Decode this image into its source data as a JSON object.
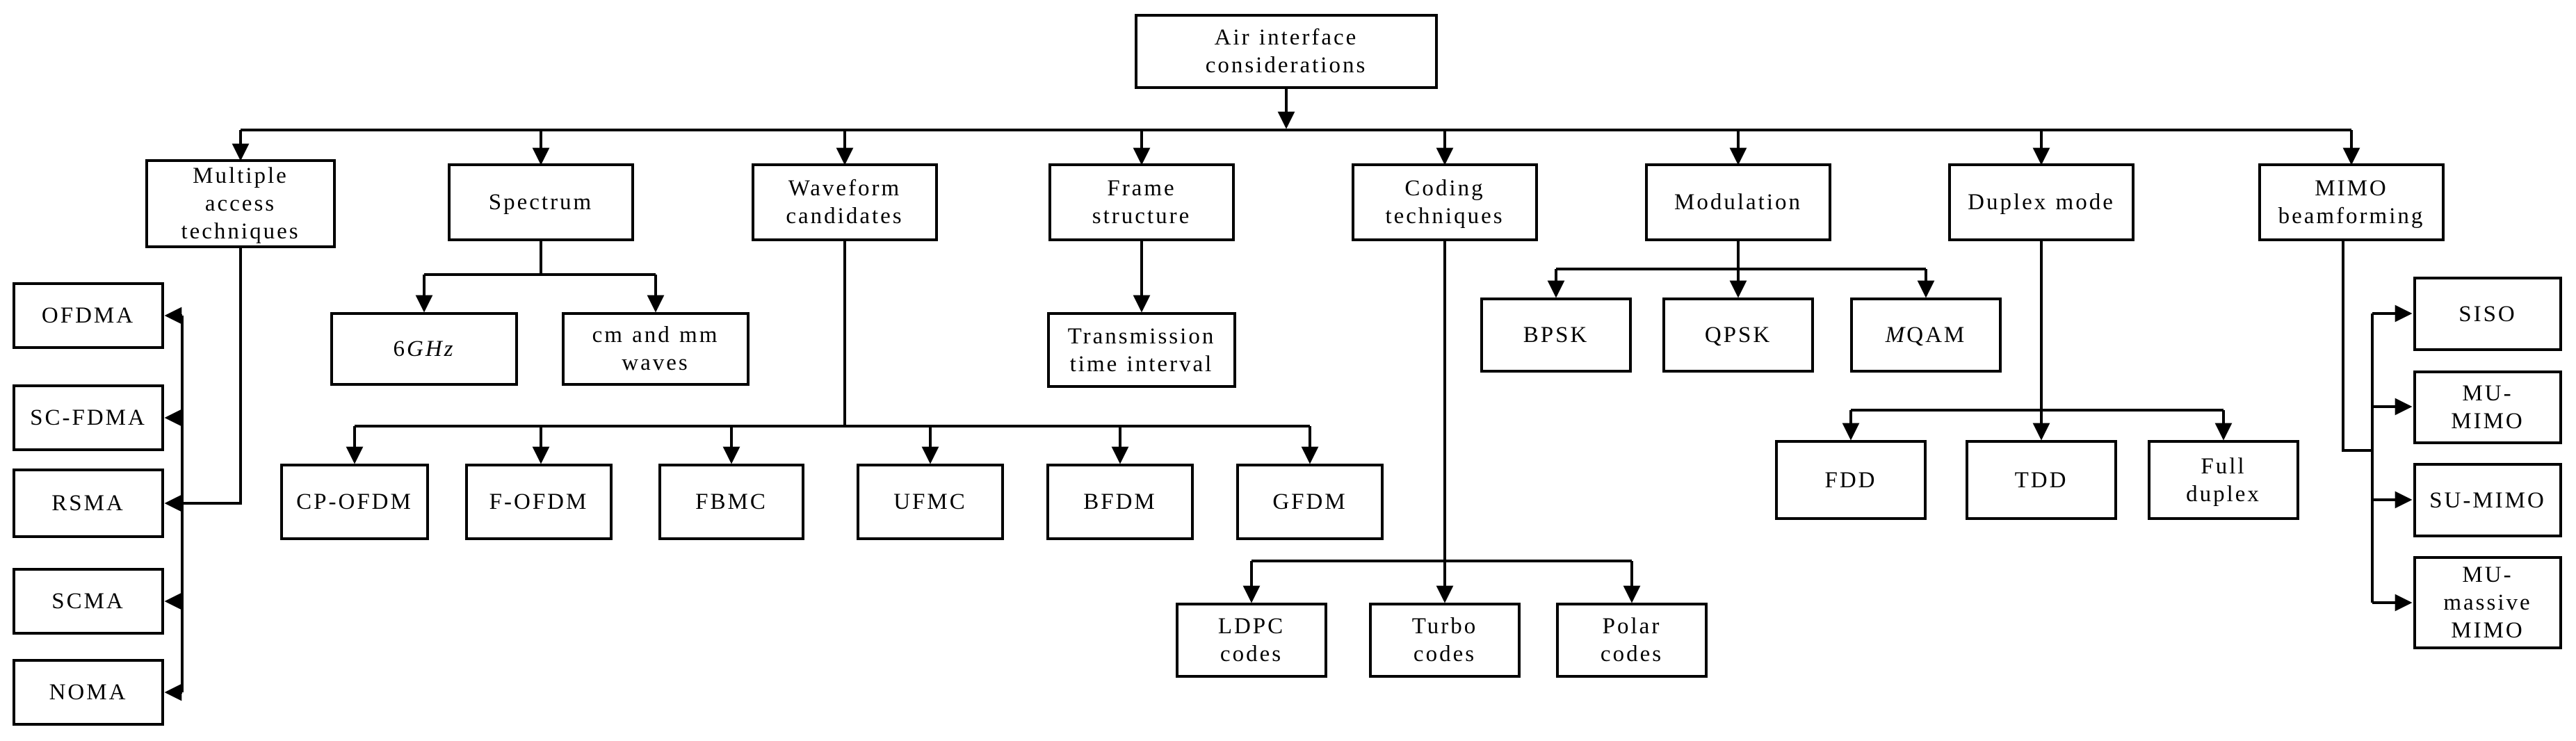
{
  "meta": {
    "description": "Tree diagram of air interface considerations",
    "colors": {
      "line": "#000000",
      "background": "#ffffff",
      "box_fill": "#ffffff",
      "text": "#000000"
    }
  },
  "root": {
    "lines": [
      "Air interface",
      "considerations"
    ]
  },
  "branches": {
    "multiple_access": {
      "lines": [
        "Multiple",
        "access",
        "techniques"
      ],
      "children": {
        "ofdma": "OFDMA",
        "sc_fdma": "SC-FDMA",
        "rsma": "RSMA",
        "scma": "SCMA",
        "noma": "NOMA"
      }
    },
    "spectrum": {
      "lines": [
        "Spectrum"
      ],
      "children": {
        "six_ghz": {
          "num": "6",
          "unit": "GHz"
        },
        "cm_mm": {
          "lines": [
            "cm and mm",
            "waves"
          ]
        }
      }
    },
    "waveform": {
      "lines": [
        "Waveform",
        "candidates"
      ],
      "children": {
        "cp_ofdm": "CP-OFDM",
        "f_ofdm": "F-OFDM",
        "fbmc": "FBMC",
        "ufmc": "UFMC",
        "bfdm": "BFDM",
        "gfdm": "GFDM"
      }
    },
    "frame": {
      "lines": [
        "Frame",
        "structure"
      ],
      "children": {
        "tti": {
          "lines": [
            "Transmission",
            "time interval"
          ]
        }
      }
    },
    "coding": {
      "lines": [
        "Coding",
        "techniques"
      ],
      "children": {
        "ldpc": {
          "lines": [
            "LDPC",
            "codes"
          ]
        },
        "turbo": {
          "lines": [
            "Turbo",
            "codes"
          ]
        },
        "polar": {
          "lines": [
            "Polar",
            "codes"
          ]
        }
      }
    },
    "modulation": {
      "lines": [
        "Modulation"
      ],
      "children": {
        "bpsk": "BPSK",
        "qpsk": "QPSK",
        "mqam": {
          "prefix": "M",
          "rest": "QAM"
        }
      }
    },
    "duplex": {
      "lines": [
        "Duplex mode"
      ],
      "children": {
        "fdd": "FDD",
        "tdd": "TDD",
        "full": {
          "lines": [
            "Full",
            "duplex"
          ]
        }
      }
    },
    "mimo": {
      "lines": [
        "MIMO",
        "beamforming"
      ],
      "children": {
        "siso": "SISO",
        "mu_mimo": {
          "lines": [
            "MU-",
            "MIMO"
          ]
        },
        "su_mimo": "SU-MIMO",
        "mu_massive": {
          "lines": [
            "MU-",
            "massive",
            "MIMO"
          ]
        }
      }
    }
  }
}
